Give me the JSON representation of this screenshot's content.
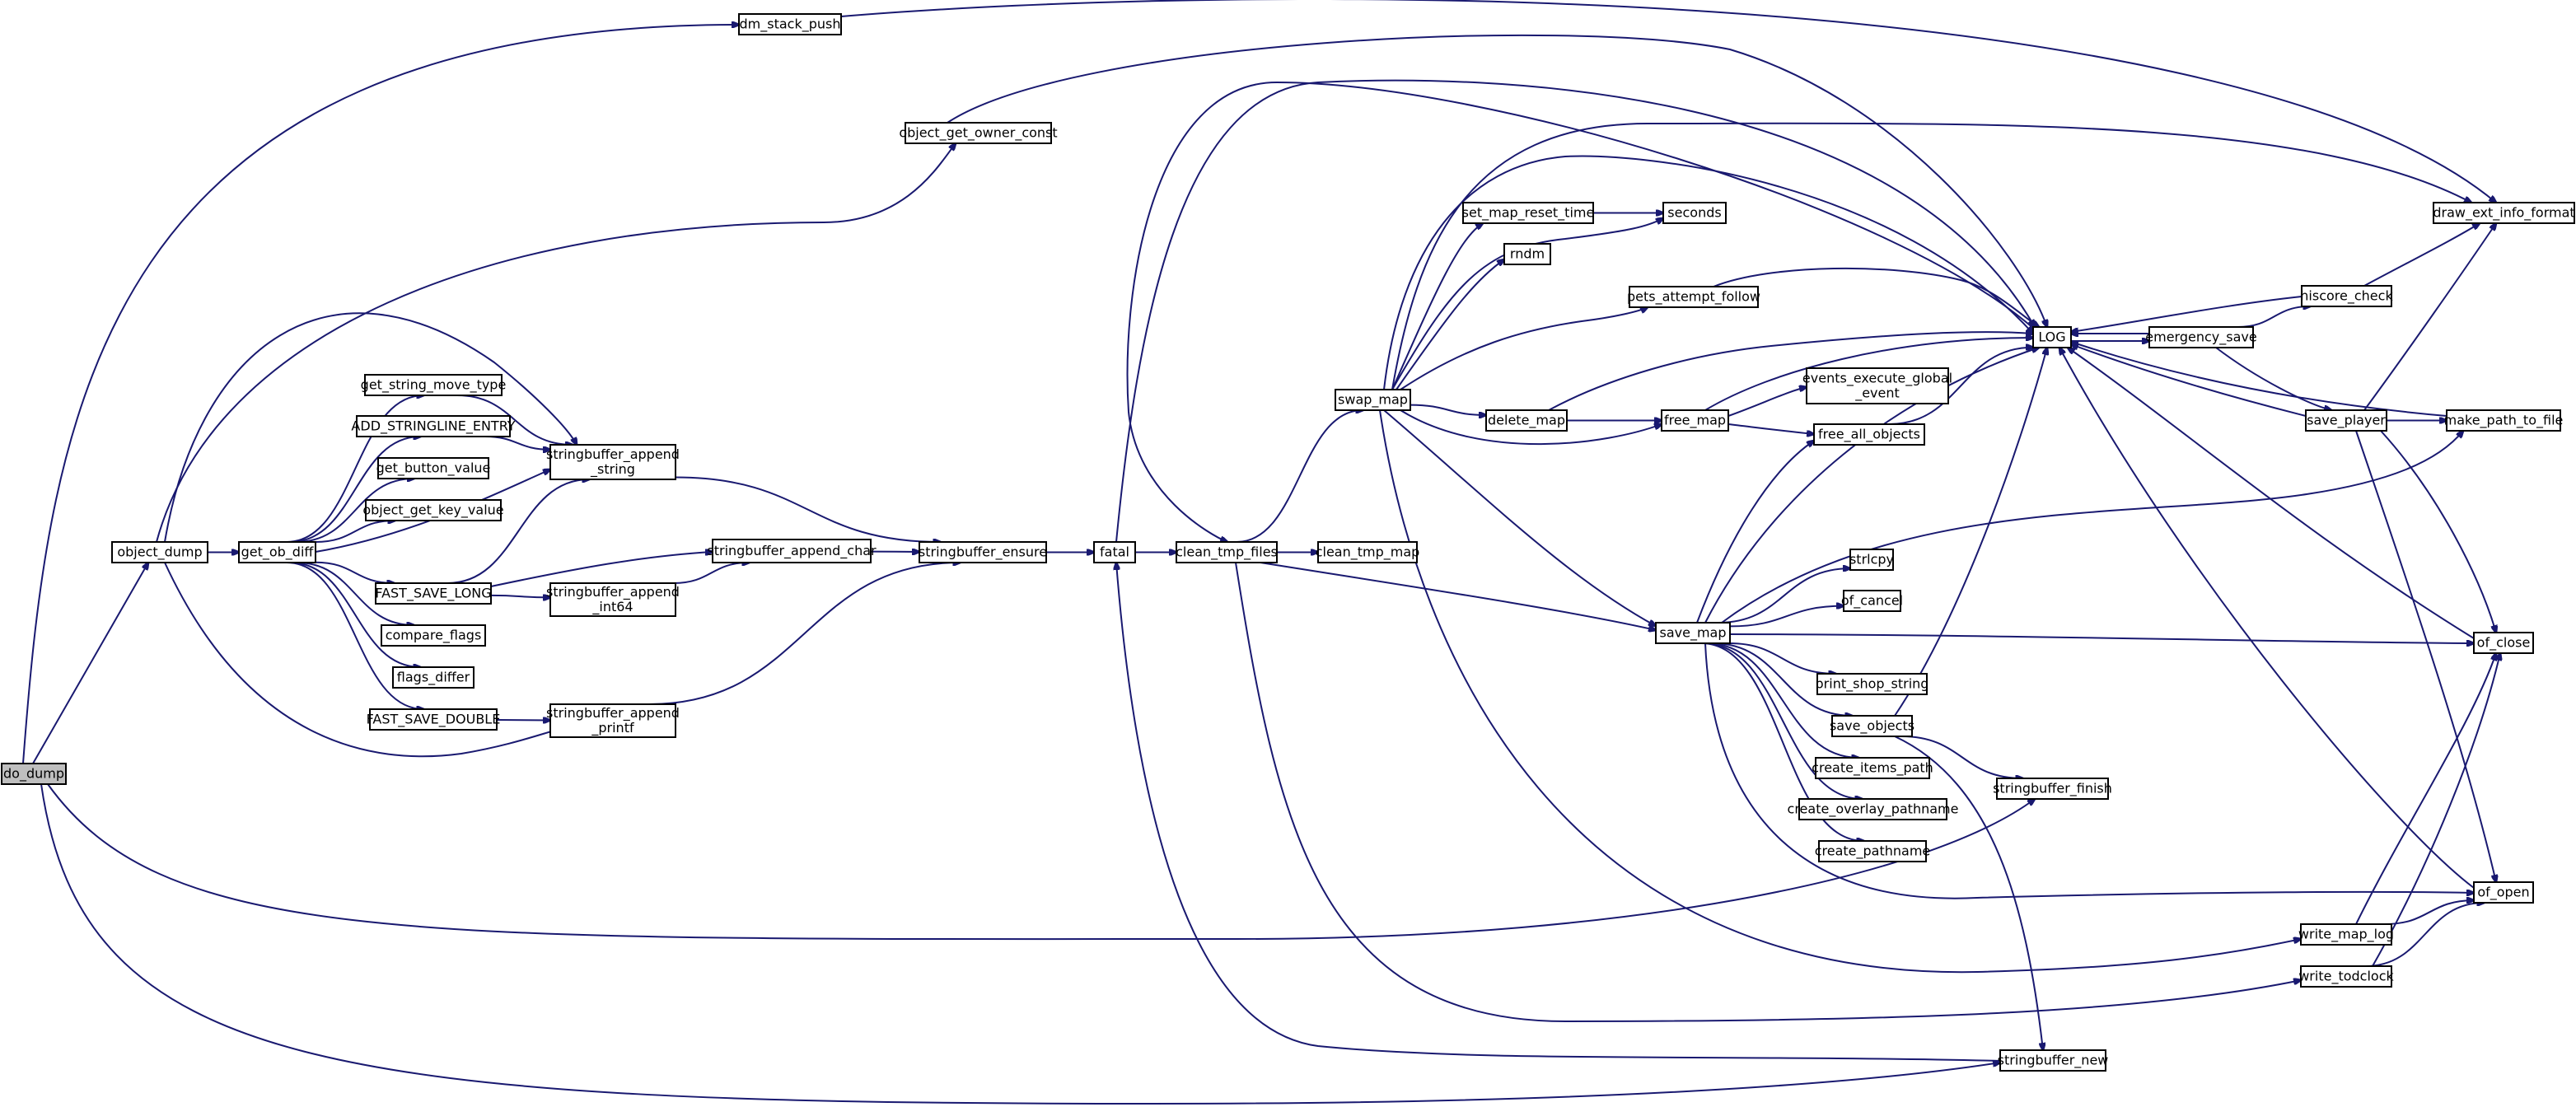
{
  "colors": {
    "edge": "#191970",
    "node_border": "#000000",
    "truncated_border": "#ff0000",
    "root_fill": "#bfbfbf",
    "node_fill": "#ffffff"
  },
  "root": "do_dump",
  "nodes": [
    {
      "id": "do_dump",
      "label": [
        "do_dump"
      ],
      "style": "root"
    },
    {
      "id": "dm_stack_push",
      "label": [
        "dm_stack_push"
      ]
    },
    {
      "id": "object_get_owner_const",
      "label": [
        "object_get_owner_const"
      ]
    },
    {
      "id": "object_dump",
      "label": [
        "object_dump"
      ]
    },
    {
      "id": "get_ob_diff",
      "label": [
        "get_ob_diff"
      ]
    },
    {
      "id": "get_string_move_type",
      "label": [
        "get_string_move_type"
      ]
    },
    {
      "id": "ADD_STRINGLINE_ENTRY",
      "label": [
        "ADD_STRINGLINE_ENTRY"
      ]
    },
    {
      "id": "get_button_value",
      "label": [
        "get_button_value"
      ]
    },
    {
      "id": "object_get_key_value",
      "label": [
        "object_get_key_value"
      ]
    },
    {
      "id": "FAST_SAVE_LONG",
      "label": [
        "FAST_SAVE_LONG"
      ]
    },
    {
      "id": "compare_flags",
      "label": [
        "compare_flags"
      ]
    },
    {
      "id": "flags_differ",
      "label": [
        "flags_differ"
      ]
    },
    {
      "id": "FAST_SAVE_DOUBLE",
      "label": [
        "FAST_SAVE_DOUBLE"
      ]
    },
    {
      "id": "stringbuffer_append_string",
      "label": [
        "stringbuffer_append",
        "_string"
      ]
    },
    {
      "id": "stringbuffer_append_int64",
      "label": [
        "stringbuffer_append",
        "_int64"
      ]
    },
    {
      "id": "stringbuffer_append_printf",
      "label": [
        "stringbuffer_append",
        "_printf"
      ]
    },
    {
      "id": "stringbuffer_append_char",
      "label": [
        "stringbuffer_append_char"
      ]
    },
    {
      "id": "stringbuffer_ensure",
      "label": [
        "stringbuffer_ensure"
      ]
    },
    {
      "id": "fatal",
      "label": [
        "fatal"
      ]
    },
    {
      "id": "clean_tmp_files",
      "label": [
        "clean_tmp_files"
      ]
    },
    {
      "id": "clean_tmp_map",
      "label": [
        "clean_tmp_map"
      ]
    },
    {
      "id": "swap_map",
      "label": [
        "swap_map"
      ]
    },
    {
      "id": "set_map_reset_time",
      "label": [
        "set_map_reset_time"
      ]
    },
    {
      "id": "seconds",
      "label": [
        "seconds"
      ]
    },
    {
      "id": "rndm",
      "label": [
        "rndm"
      ]
    },
    {
      "id": "pets_attempt_follow",
      "label": [
        "pets_attempt_follow"
      ],
      "style": "truncated"
    },
    {
      "id": "delete_map",
      "label": [
        "delete_map"
      ]
    },
    {
      "id": "free_map",
      "label": [
        "free_map"
      ],
      "style": "truncated"
    },
    {
      "id": "events_execute_global_event",
      "label": [
        "events_execute_global",
        "_event"
      ]
    },
    {
      "id": "free_all_objects",
      "label": [
        "free_all_objects"
      ],
      "style": "truncated"
    },
    {
      "id": "save_map",
      "label": [
        "save_map"
      ]
    },
    {
      "id": "strlcpy",
      "label": [
        "strlcpy"
      ]
    },
    {
      "id": "of_cancel",
      "label": [
        "of_cancel"
      ]
    },
    {
      "id": "print_shop_string",
      "label": [
        "print_shop_string"
      ]
    },
    {
      "id": "save_objects",
      "label": [
        "save_objects"
      ],
      "style": "truncated"
    },
    {
      "id": "create_items_path",
      "label": [
        "create_items_path"
      ]
    },
    {
      "id": "create_overlay_pathname",
      "label": [
        "create_overlay_pathname"
      ]
    },
    {
      "id": "create_pathname",
      "label": [
        "create_pathname"
      ]
    },
    {
      "id": "stringbuffer_finish",
      "label": [
        "stringbuffer_finish"
      ]
    },
    {
      "id": "stringbuffer_new",
      "label": [
        "stringbuffer_new"
      ]
    },
    {
      "id": "LOG",
      "label": [
        "LOG"
      ]
    },
    {
      "id": "emergency_save",
      "label": [
        "emergency_save"
      ]
    },
    {
      "id": "hiscore_check",
      "label": [
        "hiscore_check"
      ],
      "style": "truncated"
    },
    {
      "id": "save_player",
      "label": [
        "save_player"
      ],
      "style": "truncated"
    },
    {
      "id": "draw_ext_info_format",
      "label": [
        "draw_ext_info_format"
      ]
    },
    {
      "id": "make_path_to_file",
      "label": [
        "make_path_to_file"
      ]
    },
    {
      "id": "of_close",
      "label": [
        "of_close"
      ]
    },
    {
      "id": "of_open",
      "label": [
        "of_open"
      ]
    },
    {
      "id": "write_map_log",
      "label": [
        "write_map_log"
      ]
    },
    {
      "id": "write_todclock",
      "label": [
        "write_todclock"
      ]
    }
  ],
  "edges": [
    [
      "do_dump",
      "dm_stack_push"
    ],
    [
      "do_dump",
      "object_dump"
    ],
    [
      "do_dump",
      "stringbuffer_finish"
    ],
    [
      "do_dump",
      "stringbuffer_new"
    ],
    [
      "dm_stack_push",
      "draw_ext_info_format"
    ],
    [
      "object_get_owner_const",
      "LOG"
    ],
    [
      "object_dump",
      "object_get_owner_const"
    ],
    [
      "object_dump",
      "get_ob_diff"
    ],
    [
      "object_dump",
      "stringbuffer_append_string"
    ],
    [
      "object_dump",
      "stringbuffer_append_printf"
    ],
    [
      "get_ob_diff",
      "get_string_move_type"
    ],
    [
      "get_ob_diff",
      "ADD_STRINGLINE_ENTRY"
    ],
    [
      "get_ob_diff",
      "get_button_value"
    ],
    [
      "get_ob_diff",
      "object_get_key_value"
    ],
    [
      "get_ob_diff",
      "FAST_SAVE_LONG"
    ],
    [
      "get_ob_diff",
      "compare_flags"
    ],
    [
      "get_ob_diff",
      "flags_differ"
    ],
    [
      "get_ob_diff",
      "FAST_SAVE_DOUBLE"
    ],
    [
      "get_ob_diff",
      "stringbuffer_append_string"
    ],
    [
      "get_string_move_type",
      "stringbuffer_append_string"
    ],
    [
      "ADD_STRINGLINE_ENTRY",
      "stringbuffer_append_string"
    ],
    [
      "FAST_SAVE_LONG",
      "stringbuffer_append_string"
    ],
    [
      "FAST_SAVE_LONG",
      "stringbuffer_append_char"
    ],
    [
      "FAST_SAVE_LONG",
      "stringbuffer_append_int64"
    ],
    [
      "FAST_SAVE_DOUBLE",
      "stringbuffer_append_printf"
    ],
    [
      "stringbuffer_append_string",
      "stringbuffer_ensure"
    ],
    [
      "stringbuffer_append_int64",
      "stringbuffer_append_char"
    ],
    [
      "stringbuffer_append_char",
      "stringbuffer_ensure"
    ],
    [
      "stringbuffer_append_printf",
      "stringbuffer_ensure"
    ],
    [
      "stringbuffer_ensure",
      "fatal"
    ],
    [
      "fatal",
      "clean_tmp_files"
    ],
    [
      "fatal",
      "LOG"
    ],
    [
      "clean_tmp_files",
      "clean_tmp_map"
    ],
    [
      "clean_tmp_files",
      "swap_map"
    ],
    [
      "clean_tmp_files",
      "save_map"
    ],
    [
      "clean_tmp_files",
      "write_todclock"
    ],
    [
      "swap_map",
      "set_map_reset_time"
    ],
    [
      "swap_map",
      "seconds"
    ],
    [
      "swap_map",
      "rndm"
    ],
    [
      "swap_map",
      "pets_attempt_follow"
    ],
    [
      "swap_map",
      "delete_map"
    ],
    [
      "swap_map",
      "free_map"
    ],
    [
      "swap_map",
      "LOG"
    ],
    [
      "swap_map",
      "save_map"
    ],
    [
      "swap_map",
      "draw_ext_info_format"
    ],
    [
      "swap_map",
      "write_map_log"
    ],
    [
      "set_map_reset_time",
      "seconds"
    ],
    [
      "pets_attempt_follow",
      "LOG"
    ],
    [
      "delete_map",
      "free_map"
    ],
    [
      "delete_map",
      "LOG"
    ],
    [
      "free_map",
      "events_execute_global_event"
    ],
    [
      "free_map",
      "free_all_objects"
    ],
    [
      "free_map",
      "LOG"
    ],
    [
      "free_all_objects",
      "LOG"
    ],
    [
      "save_map",
      "strlcpy"
    ],
    [
      "save_map",
      "of_cancel"
    ],
    [
      "save_map",
      "print_shop_string"
    ],
    [
      "save_map",
      "save_objects"
    ],
    [
      "save_map",
      "create_items_path"
    ],
    [
      "save_map",
      "create_overlay_pathname"
    ],
    [
      "save_map",
      "create_pathname"
    ],
    [
      "save_map",
      "LOG"
    ],
    [
      "save_map",
      "of_close"
    ],
    [
      "save_map",
      "of_open"
    ],
    [
      "save_map",
      "make_path_to_file"
    ],
    [
      "save_map",
      "free_all_objects"
    ],
    [
      "save_objects",
      "LOG"
    ],
    [
      "save_objects",
      "stringbuffer_finish"
    ],
    [
      "save_objects",
      "stringbuffer_new"
    ],
    [
      "stringbuffer_new",
      "fatal"
    ],
    [
      "LOG",
      "emergency_save"
    ],
    [
      "LOG",
      "clean_tmp_files"
    ],
    [
      "emergency_save",
      "LOG"
    ],
    [
      "emergency_save",
      "hiscore_check"
    ],
    [
      "emergency_save",
      "save_player"
    ],
    [
      "hiscore_check",
      "LOG"
    ],
    [
      "hiscore_check",
      "draw_ext_info_format"
    ],
    [
      "save_player",
      "LOG"
    ],
    [
      "save_player",
      "draw_ext_info_format"
    ],
    [
      "save_player",
      "make_path_to_file"
    ],
    [
      "save_player",
      "of_close"
    ],
    [
      "save_player",
      "of_open"
    ],
    [
      "make_path_to_file",
      "LOG"
    ],
    [
      "of_close",
      "LOG"
    ],
    [
      "of_open",
      "LOG"
    ],
    [
      "write_map_log",
      "of_open"
    ],
    [
      "write_map_log",
      "of_close"
    ],
    [
      "write_todclock",
      "of_open"
    ],
    [
      "write_todclock",
      "of_close"
    ]
  ]
}
